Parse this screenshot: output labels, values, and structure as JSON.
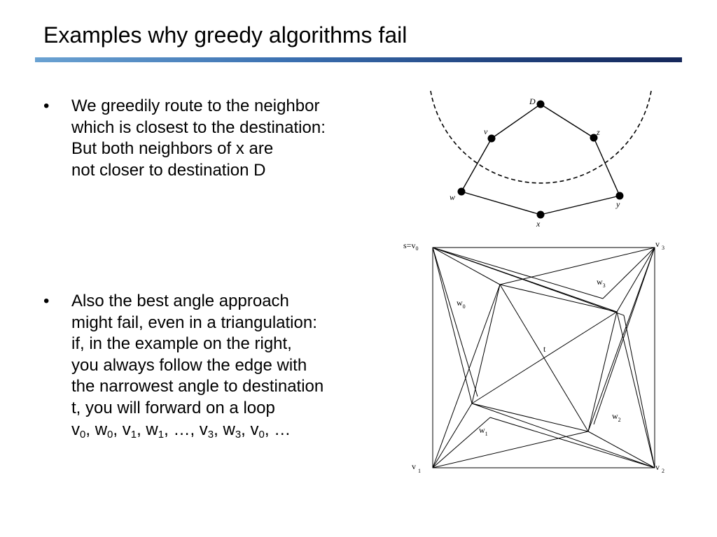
{
  "slide": {
    "title": "Examples why greedy algorithms fail",
    "accent_colors": [
      "#6aa2d2",
      "#15275a"
    ]
  },
  "bullets": [
    {
      "symbol": "•",
      "lines": [
        "We greedily route to the neighbor",
        "which is closest to the destination:",
        "But both neighbors of x are",
        "not closer to destination D"
      ]
    },
    {
      "symbol": "•",
      "lines": [
        "Also the best angle approach",
        "might fail, even in a triangulation:",
        "if, in the example on the right,",
        "you always follow the edge with",
        "the narrowest angle to destination",
        "t, you will forward on a loop"
      ],
      "loop": [
        {
          "base": "v",
          "sub": "0"
        },
        {
          "base": "w",
          "sub": "0"
        },
        {
          "base": "v",
          "sub": "1"
        },
        {
          "base": "w",
          "sub": "1"
        },
        {
          "base": "…",
          "sub": ""
        },
        {
          "base": "v",
          "sub": "3"
        },
        {
          "base": "w",
          "sub": "3"
        },
        {
          "base": "v",
          "sub": "0"
        },
        {
          "base": "…",
          "sub": ""
        }
      ],
      "loop_separator": ", "
    }
  ],
  "diagram_pentagon": {
    "nodes": [
      {
        "label": "D"
      },
      {
        "label": "v"
      },
      {
        "label": "z"
      },
      {
        "label": "w"
      },
      {
        "label": "y"
      },
      {
        "label": "x"
      }
    ]
  },
  "diagram_triangulation": {
    "labels": {
      "s_eq": "s=v",
      "s_sub": "0",
      "v3": "v",
      "v3_sub": "3",
      "v1": "v",
      "v1_sub": "1",
      "v2": "v",
      "v2_sub": "2",
      "w0": "w",
      "w0_sub": "0",
      "w1": "w",
      "w1_sub": "1",
      "w2": "w",
      "w2_sub": "2",
      "w3": "w",
      "w3_sub": "3",
      "t": "t"
    }
  }
}
